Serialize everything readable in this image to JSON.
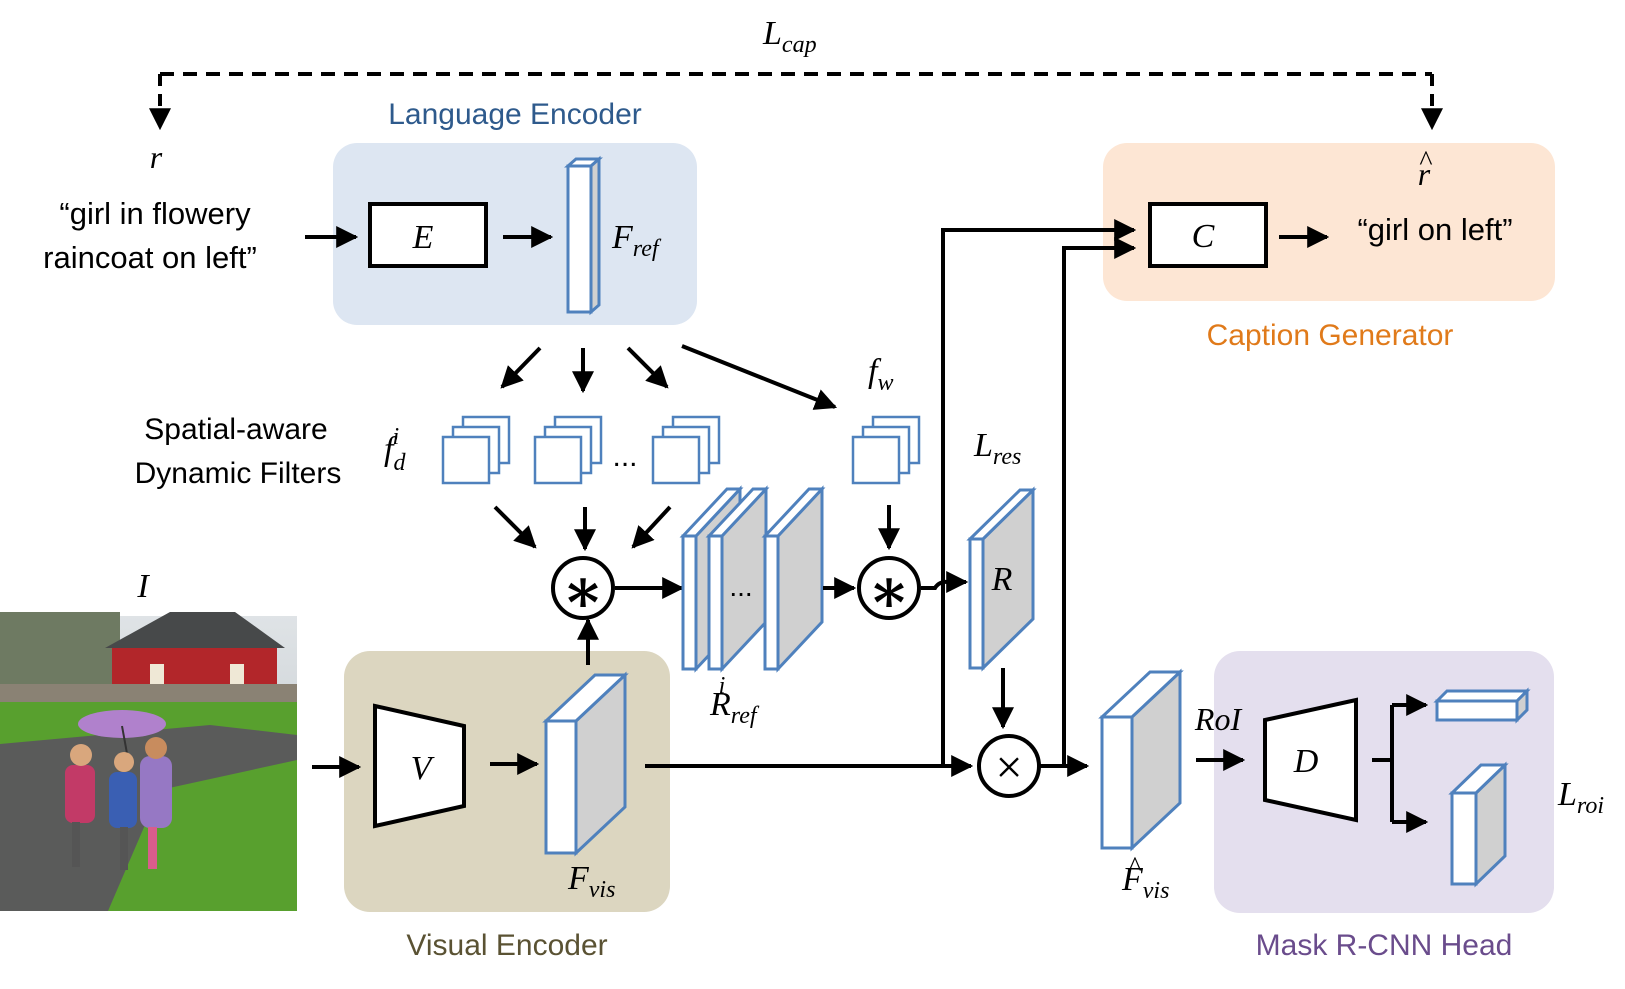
{
  "colors": {
    "language_encoder_panel": "#dde6f2",
    "language_encoder_title": "#2e5a8c",
    "visual_encoder_panel": "#dcd6c0",
    "visual_encoder_title": "#5a5233",
    "caption_generator_panel": "#fde6d4",
    "caption_generator_title": "#e07a1a",
    "mask_head_panel": "#e4dfee",
    "mask_head_title": "#6a4c8c",
    "block_edge": "#4f81bd",
    "block_side": "#d0d0d0"
  },
  "top_loss": {
    "label_main": "L",
    "label_sub": "cap"
  },
  "input_text": {
    "symbol": "r",
    "line1": "“girl in flowery",
    "line2": "raincoat on left”"
  },
  "language_encoder": {
    "title": "Language Encoder",
    "encoder_label": "E",
    "feature_main": "F",
    "feature_sub": "ref"
  },
  "dynamic_filters": {
    "title_line1": "Spatial-aware",
    "title_line2": "Dynamic Filters",
    "filter_main": "f",
    "filter_sub": "d",
    "filter_sup": "i",
    "ellipsis": "...",
    "word_filter_main": "f",
    "word_filter_sub": "w"
  },
  "convolution": {
    "op_symbol": "∗",
    "response_main": "R",
    "response_sub": "ref",
    "response_sup": "i",
    "ellipsis": "...",
    "response_map_label": "R",
    "res_loss_main": "L",
    "res_loss_sub": "res"
  },
  "image": {
    "label": "I"
  },
  "visual_encoder": {
    "title": "Visual Encoder",
    "encoder_label": "V",
    "feature_main": "F",
    "feature_sub": "vis"
  },
  "fusion": {
    "op_symbol": "×",
    "feature_main": "F",
    "feature_hat": "^",
    "feature_sub": "vis",
    "roi_label": "RoI"
  },
  "caption_generator": {
    "title": "Caption Generator",
    "generator_label": "C",
    "output_symbol": "r",
    "output_hat": "^",
    "output_text": "“girl on left”"
  },
  "mask_head": {
    "title": "Mask R-CNN Head",
    "decoder_label": "D",
    "loss_main": "L",
    "loss_sub": "roi"
  }
}
